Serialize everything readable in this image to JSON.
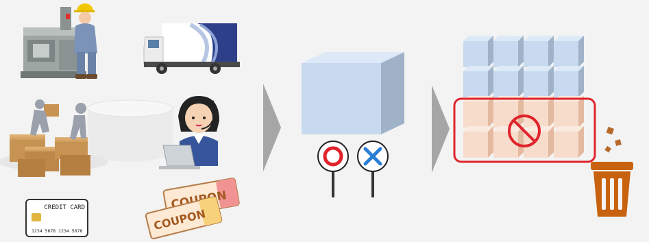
{
  "sources": {
    "credit_card": {
      "title": "CREDIT CARD",
      "number": "1234  5678  1234  5678"
    },
    "coupons": [
      {
        "label": "COUPON"
      },
      {
        "label": "COUPON"
      }
    ]
  },
  "colors": {
    "background": "#f3f3f3",
    "cube_blue": "#c7daf0",
    "cube_salmon": "#f7dccb",
    "highlight_red": "#e0242b",
    "bin_orange": "#c8620f",
    "arrow_gray": "#a6a6a6",
    "ok_red": "#e0242b",
    "ng_blue": "#2a7fd4"
  },
  "icons": {
    "factory": "factory-worker-icon",
    "truck": "delivery-truck-icon",
    "warehouse": "warehouse-workers-icon",
    "operator": "call-center-operator-icon",
    "laptop": "laptop-icon",
    "database": "database-cylinder-icon",
    "ok_sign": "circle-ok-sign-icon",
    "ng_sign": "cross-ng-sign-icon",
    "prohibited": "prohibited-icon",
    "trash": "trash-bin-icon"
  }
}
